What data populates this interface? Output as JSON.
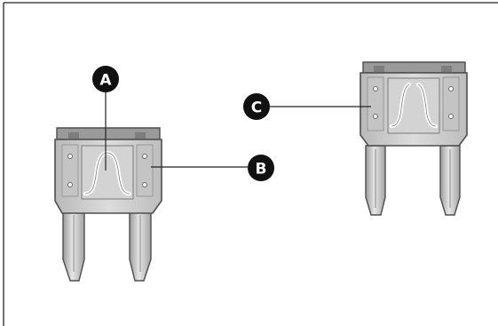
{
  "callouts": {
    "a": "A",
    "b": "B",
    "c": "C"
  },
  "icons": {
    "left_fuse": "mini-blade-fuse-intact-icon",
    "right_fuse": "mini-blade-fuse-blown-icon"
  },
  "colors": {
    "fuse_body": "#c9c9c9",
    "fuse_edge": "#5a5a5a",
    "callout_fill": "#111111",
    "frame_border": "#222222"
  }
}
